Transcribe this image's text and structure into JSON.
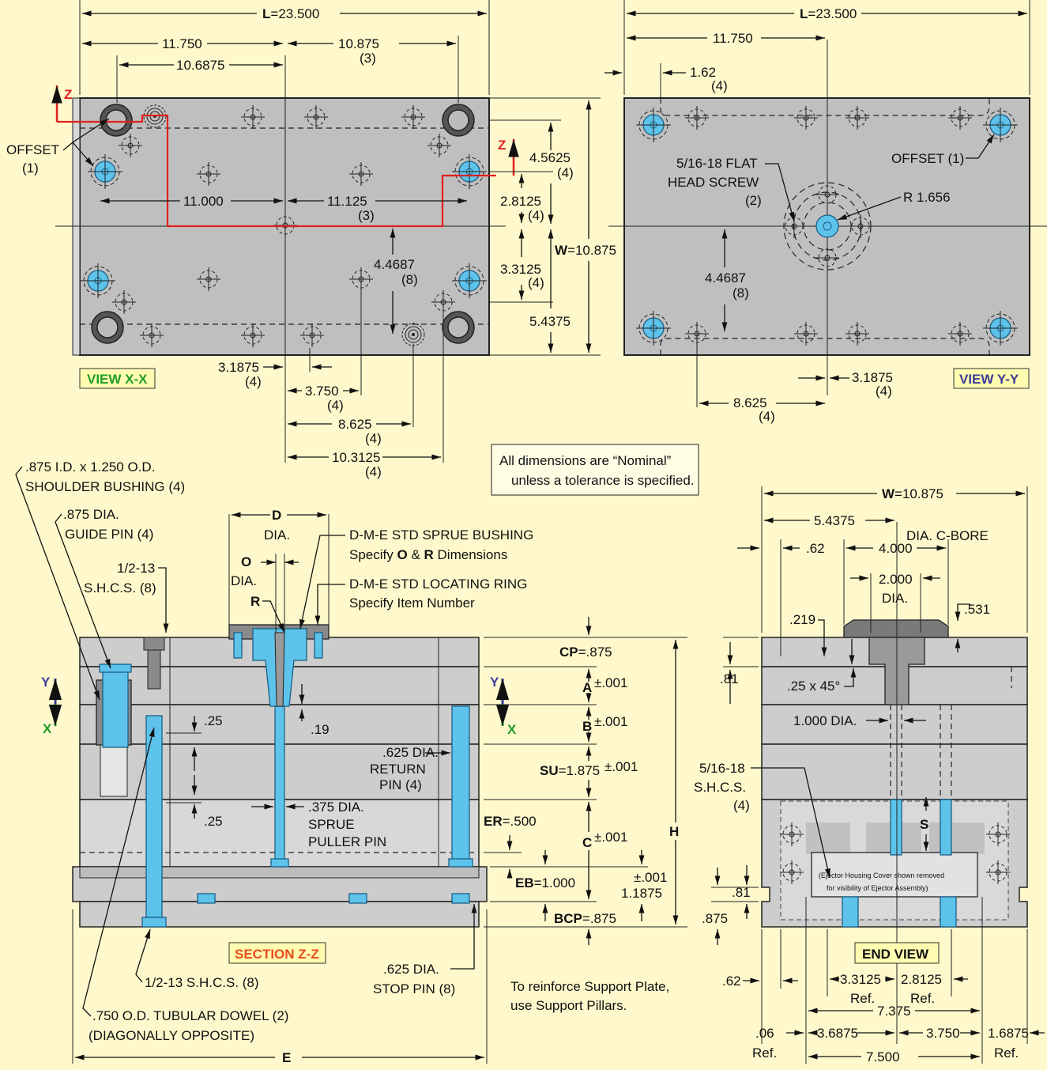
{
  "views": {
    "view_xx": "VIEW X-X",
    "view_yy": "VIEW Y-Y",
    "section_zz": "SECTION Z-Z",
    "end_view": "END VIEW"
  },
  "note": {
    "line1": "All dimensions are “Nominal”",
    "line2": "unless a tolerance is specified."
  },
  "support_note": {
    "line1": "To reinforce Support Plate,",
    "line2": "use Support Pillars."
  },
  "cover_note": {
    "line1": "(Ejector Housing Cover shown removed",
    "line2": "for visibility of Ejector Assembly)"
  },
  "axes": {
    "z": "Z",
    "y": "Y",
    "x": "X"
  },
  "view_xx": {
    "L_key": "L",
    "L_val": "=23.500",
    "d_11750": "11.750",
    "d_10875": "10.875",
    "d_10875_q": "(3)",
    "d_106875": "10.6875",
    "offset": "OFFSET",
    "offset_q": "(1)",
    "d_11000": "11.000",
    "d_11125": "11.125",
    "d_11125_q": "(3)",
    "d_45625": "4.5625",
    "d_45625_q": "(4)",
    "d_28125": "2.8125",
    "d_28125_q": "(4)",
    "W_key": "W",
    "W_val": "=10.875",
    "d_33125": "3.3125",
    "d_33125_q": "(4)",
    "d_54375": "5.4375",
    "d_44687": "4.4687",
    "d_44687_q": "(8)",
    "d_31875": "3.1875",
    "d_31875_q": "(4)",
    "d_3750": "3.750",
    "d_3750_q": "(4)",
    "d_8625": "8.625",
    "d_8625_q": "(4)",
    "d_103125": "10.3125",
    "d_103125_q": "(4)"
  },
  "view_yy": {
    "L_key": "L",
    "L_val": "=23.500",
    "d_11750": "11.750",
    "d_162": "1.62",
    "d_162_q": "(4)",
    "flat1": "5/16-18 FLAT",
    "flat2": "HEAD SCREW",
    "flat_q": "(2)",
    "offset": "OFFSET (1)",
    "r": "R 1.656",
    "d_44687": "4.4687",
    "d_44687_q": "(8)",
    "d_31875": "3.1875",
    "d_31875_q": "(4)",
    "d_8625": "8.625",
    "d_8625_q": "(4)"
  },
  "section": {
    "bushing1": ".875 I.D. x 1.250 O.D.",
    "bushing2": "SHOULDER BUSHING (4)",
    "guide1": ".875 DIA.",
    "guide2": "GUIDE PIN (4)",
    "shcs1": "1/2-13",
    "shcs2": "S.H.C.S. (8)",
    "D": "D",
    "dia": "DIA.",
    "O": "O",
    "R": "R",
    "sprue1": "D-M-E STD SPRUE BUSHING",
    "sprue2a": "Specify ",
    "sprue2b": "O",
    "sprue2c": " & ",
    "sprue2d": "R",
    "sprue2e": " Dimensions",
    "ring1": "D-M-E STD LOCATING RING",
    "ring2": "Specify Item Number",
    "cp_key": "CP",
    "cp_val": "=.875",
    "a_key": "A",
    "tol": "±.001",
    "b_key": "B",
    "su_key": "SU",
    "su_val": "=1.875",
    "er_key": "ER",
    "er_val": "=.500",
    "c_key": "C",
    "eb_key": "EB",
    "eb_val": "=1.000",
    "bcp_key": "BCP",
    "bcp_val": "=.875",
    "h_key": "H",
    "d_11875": "1.1875",
    "d_25a": ".25",
    "d_25b": ".25",
    "d_19": ".19",
    "ret1": ".625 DIA.",
    "ret2": "RETURN",
    "ret3": "PIN (4)",
    "pul1": ".375 DIA.",
    "pul2": "SPRUE",
    "pul3": "PULLER PIN",
    "stop1": ".625 DIA.",
    "stop2": "STOP PIN (8)",
    "shcs_b": "1/2-13 S.H.C.S. (8)",
    "dowel1": ".750 O.D. TUBULAR DOWEL (2)",
    "dowel2": "(DIAGONALLY OPPOSITE)",
    "e_key": "E"
  },
  "endview": {
    "W_key": "W",
    "W_val": "=10.875",
    "d_54375": "5.4375",
    "cbore": "DIA. C-BORE",
    "d_62": ".62",
    "d_4000": "4.000",
    "d_2000": "2.000",
    "dia": "DIA.",
    "d_219": ".219",
    "d_531": ".531",
    "d_81a": ".81",
    "d_81b": ".81",
    "chamf": ".25 x 45°",
    "d_1000": "1.000 DIA.",
    "shcs1": "5/16-18",
    "shcs2": "S.H.C.S.",
    "shcs3": "(4)",
    "s_key": "S",
    "d_875": ".875",
    "d_62b": ".62",
    "d_33125": "3.3125",
    "d_28125": "2.8125",
    "ref": "Ref.",
    "d_7375": "7.375",
    "d_06": ".06",
    "d_36875": "3.6875",
    "d_3750": "3.750",
    "d_16875": "1.6875",
    "d_7500": "7.500"
  },
  "colors": {
    "background": "#fff8cc",
    "plate": "#bfbfbf",
    "pin": "#5ec3ea",
    "section_line": "#e02020",
    "view_label_green": "#1f9d2a",
    "view_label_blue": "#3c3c9a",
    "section_label": "#e84b1a"
  }
}
